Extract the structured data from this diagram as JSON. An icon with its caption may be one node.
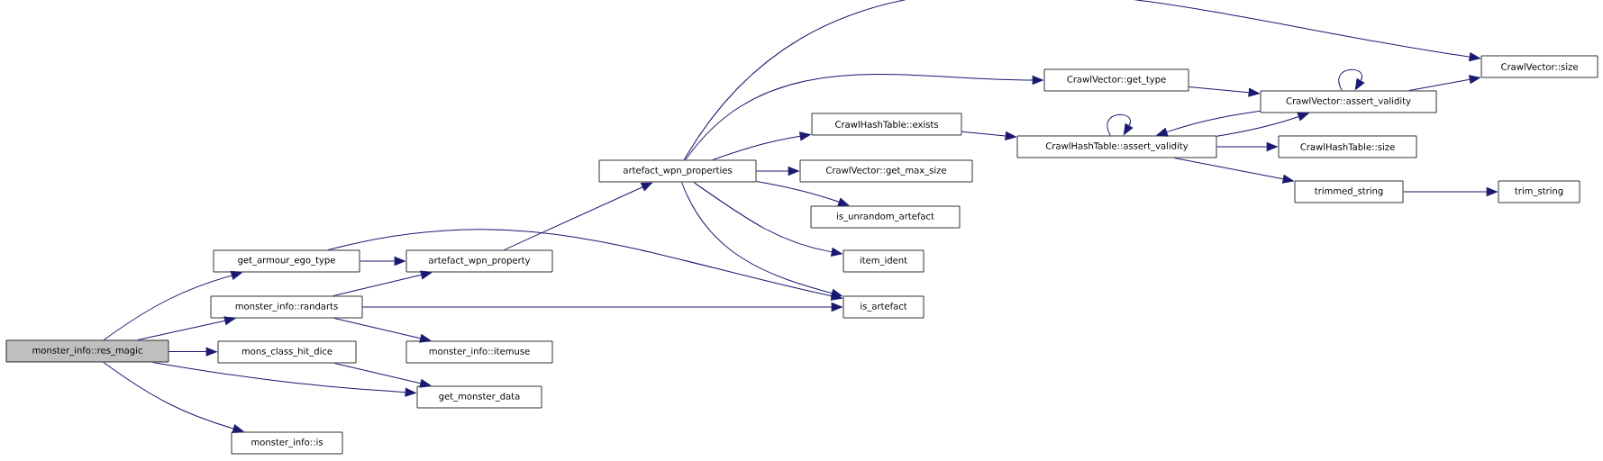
{
  "diagram": {
    "nodes": [
      {
        "text": [
          "monster_info::res_magic"
        ]
      },
      {
        "text": [
          "get_armour_ego_type"
        ]
      },
      {
        "text": [
          "monster_info::randarts"
        ]
      },
      {
        "text": [
          "mons_class_hit_dice"
        ]
      },
      {
        "text": [
          "monster_info::is"
        ]
      },
      {
        "text": [
          "artefact_wpn_property"
        ]
      },
      {
        "text": [
          "monster_info::itemuse"
        ]
      },
      {
        "text": [
          "get_monster_data"
        ]
      },
      {
        "text": [
          "artefact_wpn_properties"
        ]
      },
      {
        "text": [
          "CrawlVector::get_type"
        ]
      },
      {
        "text": [
          "CrawlHashTable::exists"
        ]
      },
      {
        "text": [
          "CrawlVector::get_max_size"
        ]
      },
      {
        "text": [
          "is_unrandom_artefact"
        ]
      },
      {
        "text": [
          "item_ident"
        ]
      },
      {
        "text": [
          "is_artefact"
        ]
      },
      {
        "text": [
          "CrawlHashTable::assert_validity"
        ]
      },
      {
        "text": [
          "CrawlVector::assert_validity"
        ]
      },
      {
        "text": [
          "CrawlVector::size"
        ]
      },
      {
        "text": [
          "CrawlHashTable::size"
        ]
      },
      {
        "text": [
          "trimmed_string"
        ]
      },
      {
        "text": [
          "trim_string"
        ]
      }
    ],
    "edges": [
      {
        "from": 0,
        "to": 1,
        "arrow": "to"
      },
      {
        "from": 0,
        "to": 2,
        "arrow": "to"
      },
      {
        "from": 0,
        "to": 3,
        "arrow": "to"
      },
      {
        "from": 0,
        "to": 7,
        "arrow": "to"
      },
      {
        "from": 0,
        "to": 4,
        "arrow": "to"
      },
      {
        "from": 1,
        "to": 5,
        "arrow": "to"
      },
      {
        "from": 1,
        "to": 14,
        "arrow": "to"
      },
      {
        "from": 2,
        "to": 5,
        "arrow": "to"
      },
      {
        "from": 2,
        "to": 14,
        "arrow": "to"
      },
      {
        "from": 2,
        "to": 6,
        "arrow": "to"
      },
      {
        "from": 3,
        "to": 7,
        "arrow": "to"
      },
      {
        "from": 5,
        "to": 8,
        "arrow": "to"
      },
      {
        "from": 8,
        "to": 17,
        "arrow": "to"
      },
      {
        "from": 8,
        "to": 9,
        "arrow": "to"
      },
      {
        "from": 8,
        "to": 10,
        "arrow": "to"
      },
      {
        "from": 8,
        "to": 11,
        "arrow": "to"
      },
      {
        "from": 8,
        "to": 12,
        "arrow": "to"
      },
      {
        "from": 8,
        "to": 13,
        "arrow": "to"
      },
      {
        "from": 8,
        "to": 14,
        "arrow": "to"
      },
      {
        "from": 9,
        "to": 16,
        "arrow": "to"
      },
      {
        "from": 10,
        "to": 15,
        "arrow": "to"
      },
      {
        "from": 15,
        "to": 15,
        "arrow": "to"
      },
      {
        "from": 15,
        "to": 16,
        "arrow": "to"
      },
      {
        "from": 15,
        "to": 18,
        "arrow": "to"
      },
      {
        "from": 15,
        "to": 19,
        "arrow": "to"
      },
      {
        "from": 16,
        "to": 16,
        "arrow": "to"
      },
      {
        "from": 16,
        "to": 15,
        "arrow": "to"
      },
      {
        "from": 16,
        "to": 17,
        "arrow": "to"
      },
      {
        "from": 19,
        "to": 20,
        "arrow": "to"
      }
    ]
  }
}
